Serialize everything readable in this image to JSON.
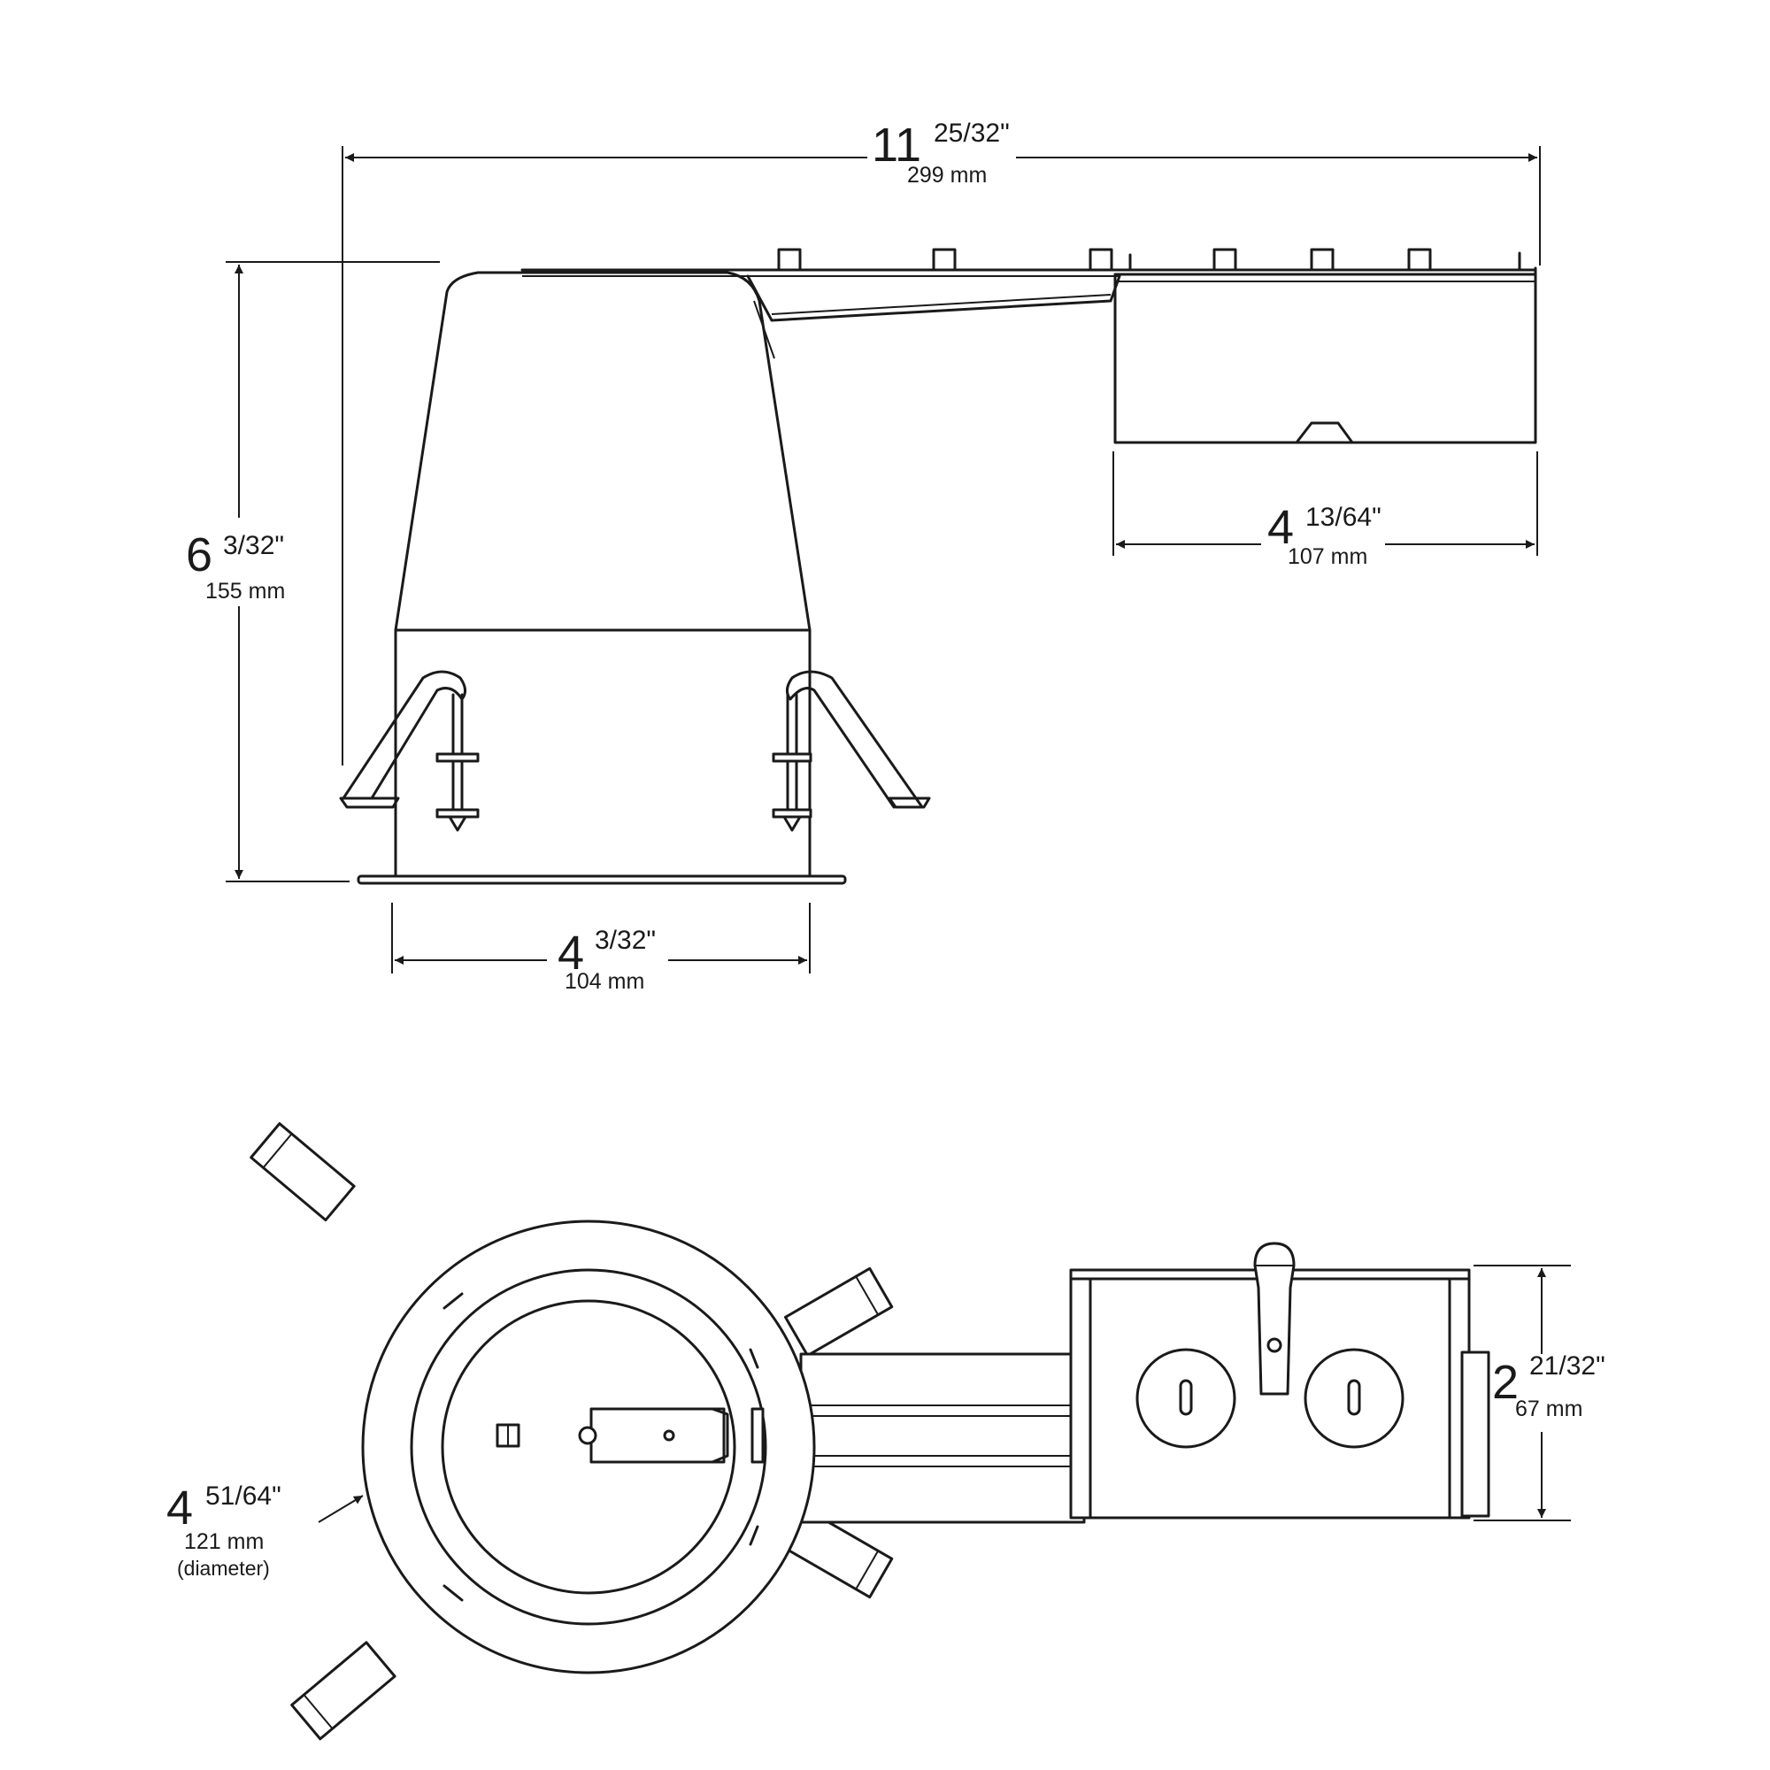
{
  "dimensions": {
    "overall_length": {
      "whole": "11",
      "fraction": "25/32\"",
      "metric": "299 mm"
    },
    "height": {
      "whole": "6",
      "fraction": "3/32\"",
      "metric": "155 mm"
    },
    "junction_box_length": {
      "whole": "4",
      "fraction": "13/64\"",
      "metric": "107 mm"
    },
    "aperture_width": {
      "whole": "4",
      "fraction": "3/32\"",
      "metric": "104 mm"
    },
    "trim_diameter": {
      "whole": "4",
      "fraction": "51/64\"",
      "metric": "121 mm",
      "note": "(diameter)"
    },
    "junction_box_width": {
      "whole": "2",
      "fraction": "21/32\"",
      "metric": "67 mm"
    }
  }
}
